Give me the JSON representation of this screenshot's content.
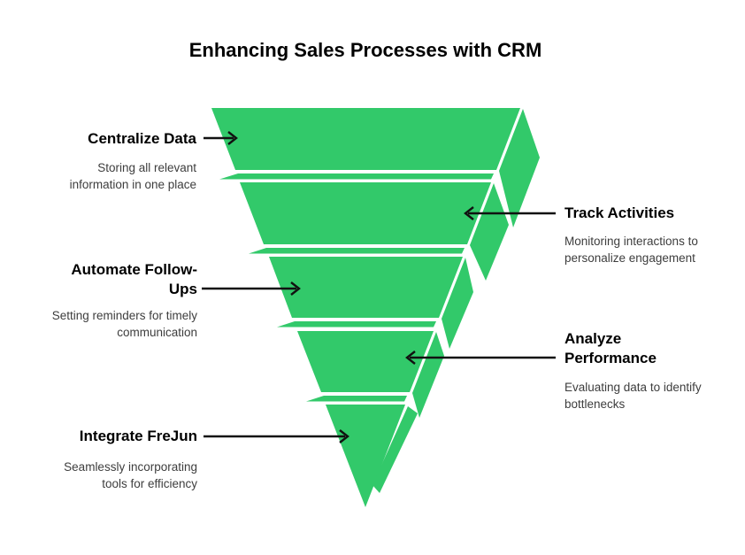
{
  "title": "Enhancing Sales Processes with CRM",
  "funnel_color": "#32c96a",
  "stages": [
    {
      "label": "Centralize Data",
      "description": "Storing all relevant\ninformation in one place",
      "side": "left"
    },
    {
      "label": "Track Activities",
      "description": "Monitoring interactions to\npersonalize engagement",
      "side": "right"
    },
    {
      "label": "Automate Follow-\nUps",
      "description": "Setting reminders for timely\ncommunication",
      "side": "left"
    },
    {
      "label": "Analyze\nPerformance",
      "description": "Evaluating data to identify\nbottlenecks",
      "side": "right"
    },
    {
      "label": "Integrate FreJun",
      "description": "Seamlessly incorporating\ntools for efficiency",
      "side": "left"
    }
  ]
}
